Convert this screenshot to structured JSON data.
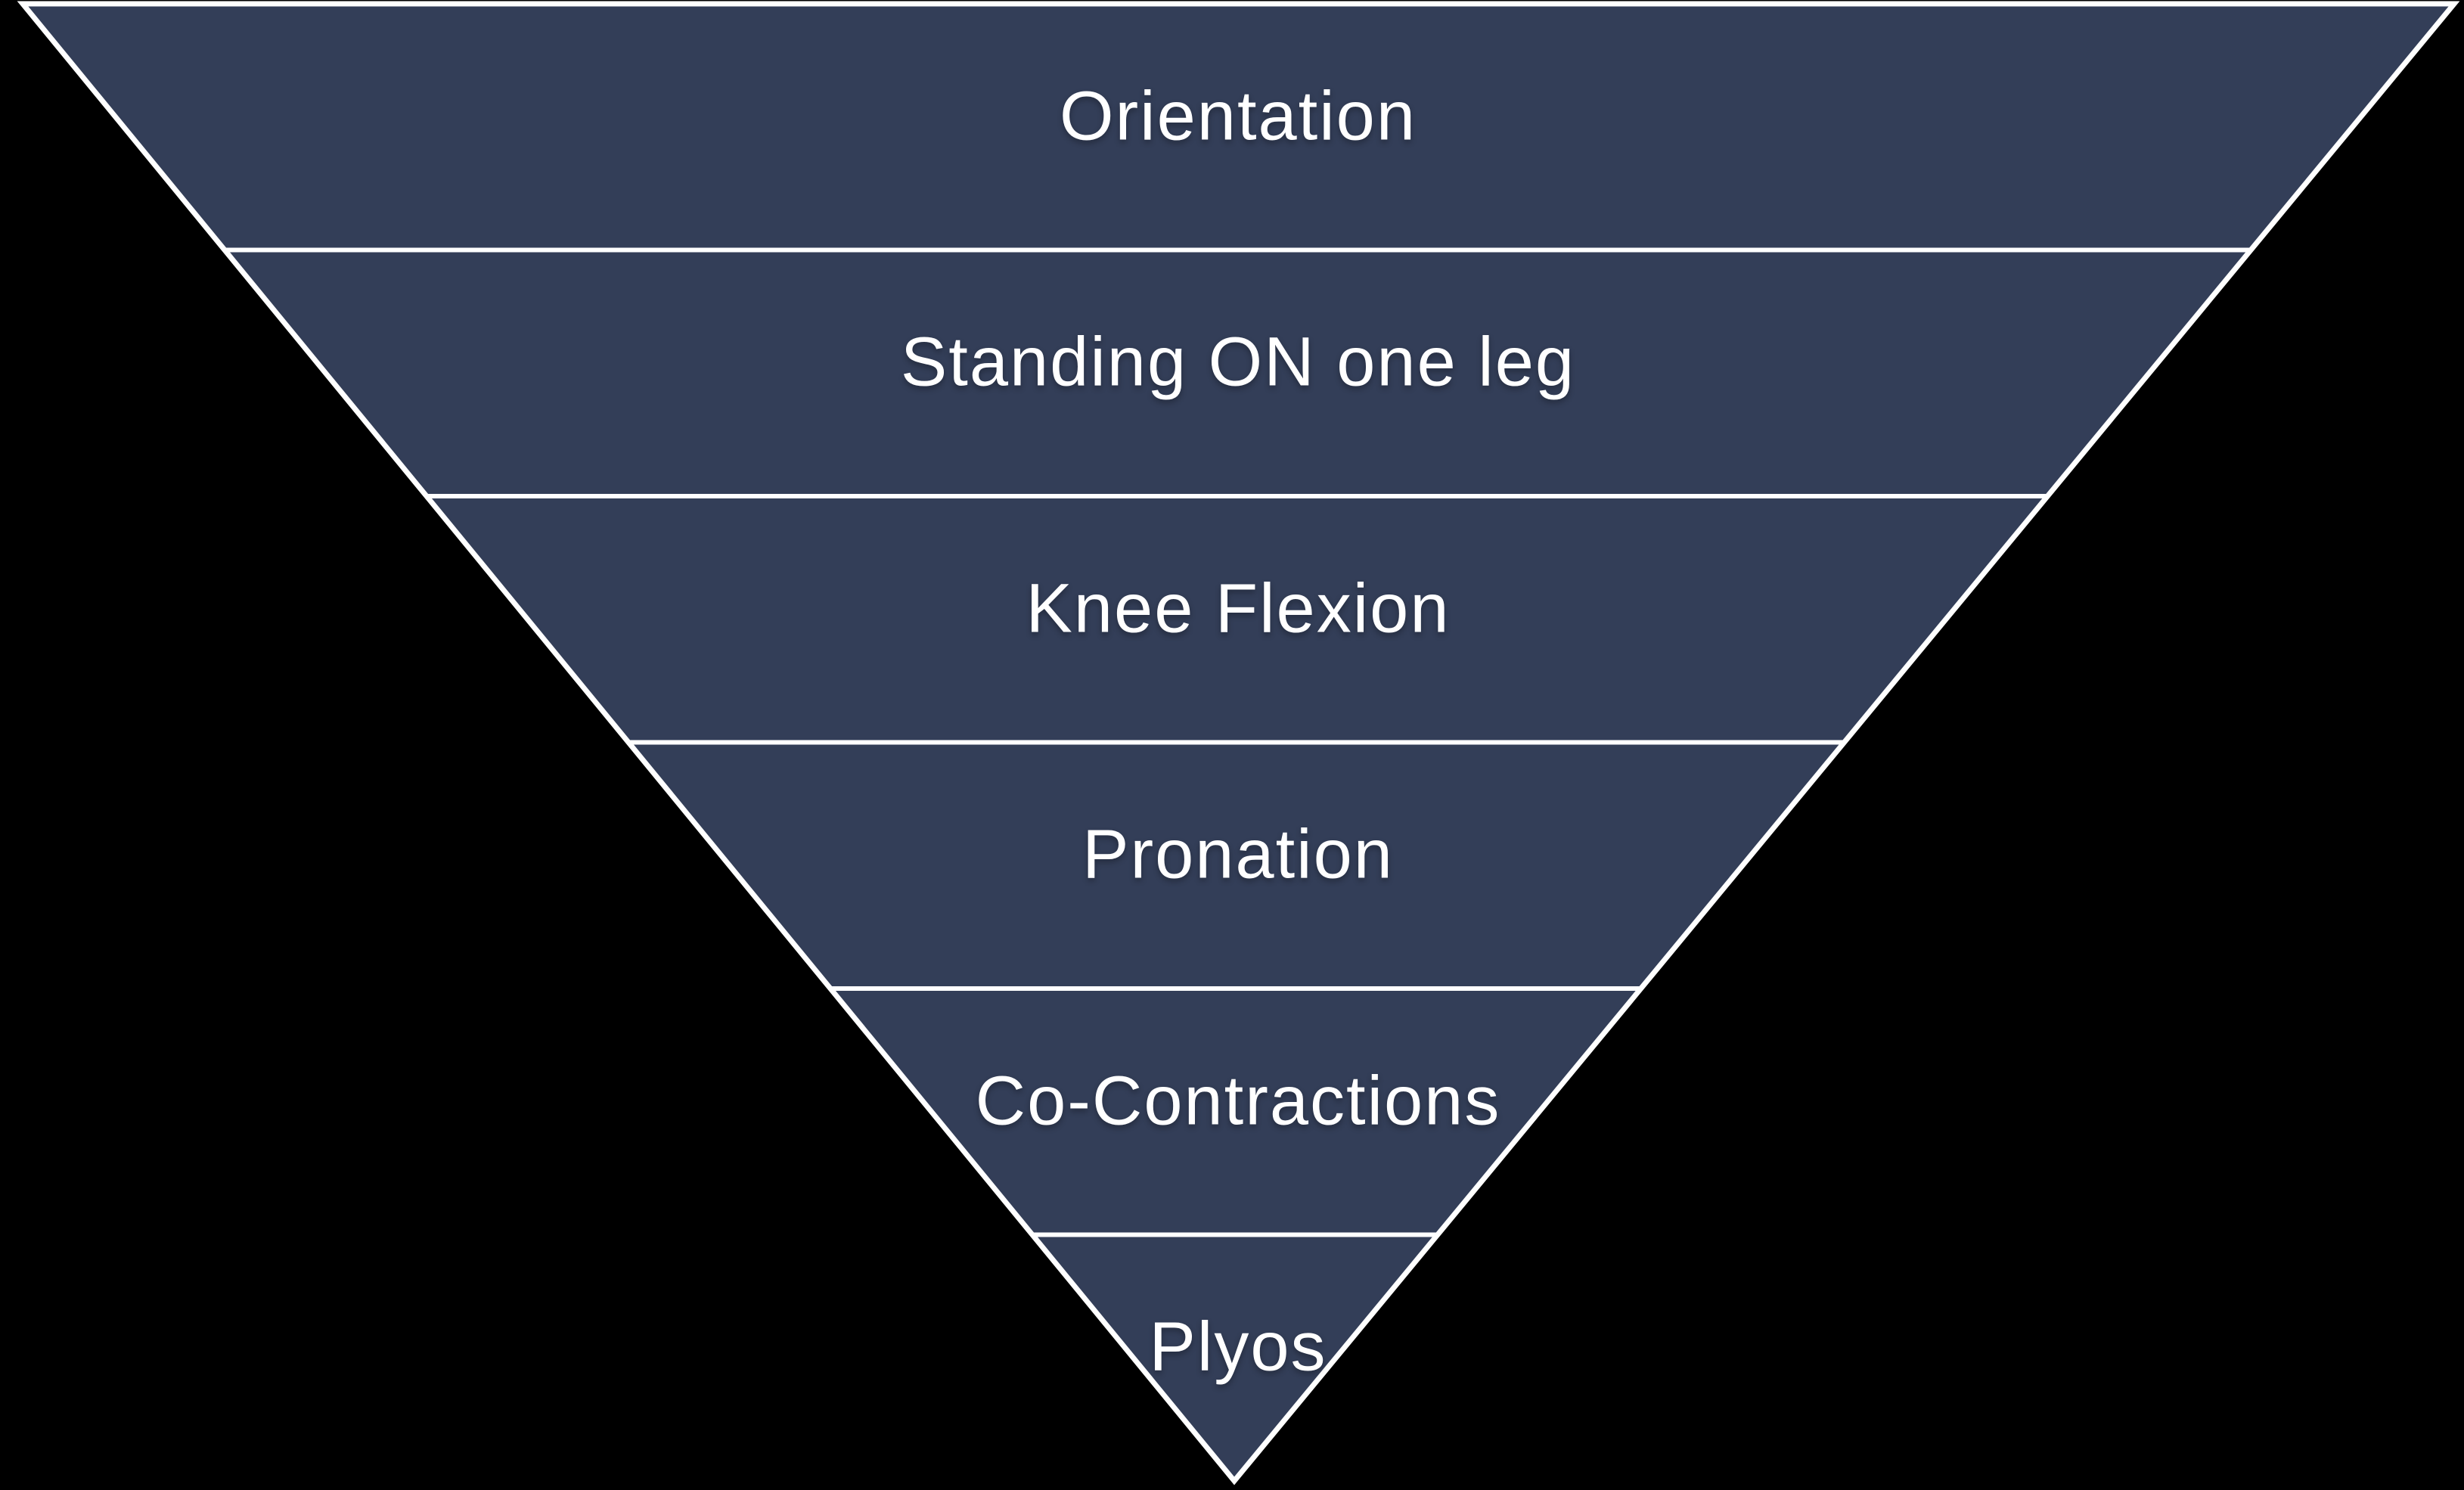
{
  "diagram": {
    "type": "inverted-pyramid-funnel",
    "orientation": "point-down",
    "level_count": 6,
    "levels": [
      {
        "label": "Orientation"
      },
      {
        "label": "Standing ON one leg"
      },
      {
        "label": "Knee Flexion"
      },
      {
        "label": "Pronation"
      },
      {
        "label": "Co-Contractions"
      },
      {
        "label": "Plyos"
      }
    ],
    "colors": {
      "background": "#000000",
      "segment_fill": "#333E58",
      "outline": "#FFFFFF",
      "divider": "#FFFFFF",
      "label_text": "#FFFFFF"
    }
  }
}
